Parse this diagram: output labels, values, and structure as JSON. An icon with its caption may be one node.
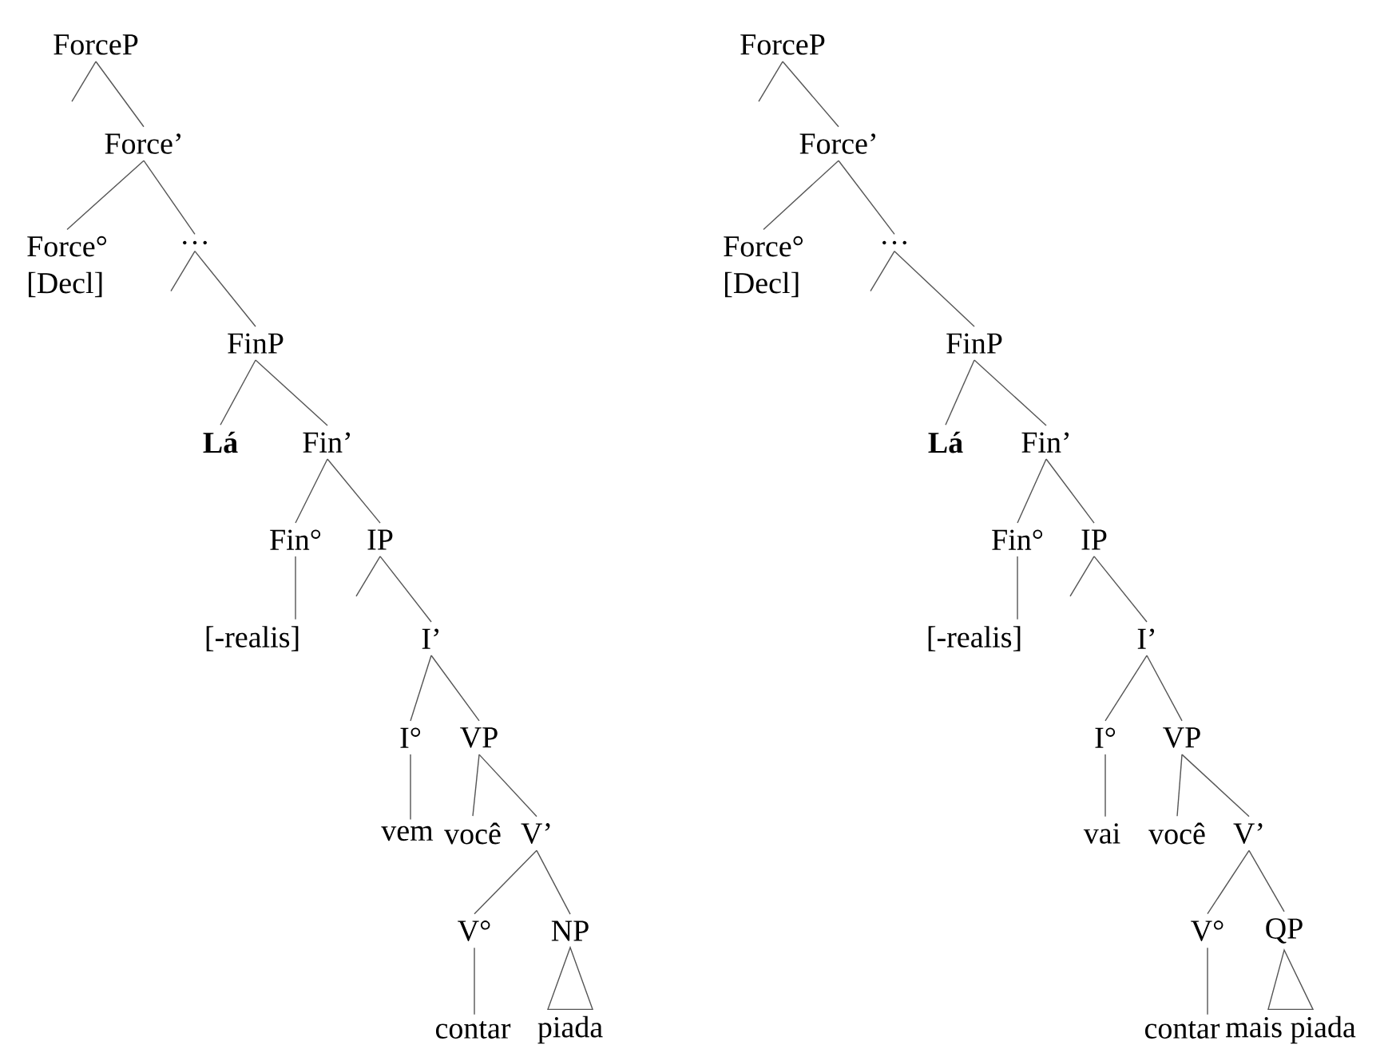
{
  "diagram": {
    "nodes": [
      {
        "text": [
          "ForceP"
        ]
      },
      {
        "text": [
          "Force’"
        ]
      },
      {
        "text": [
          "Force°",
          "[Decl]"
        ]
      },
      {
        "text": [
          "…"
        ]
      },
      {
        "text": [
          "FinP"
        ]
      },
      {
        "text": [
          "Lá"
        ]
      },
      {
        "text": [
          "Fin’"
        ]
      },
      {
        "text": [
          "Fin°"
        ]
      },
      {
        "text": [
          "IP"
        ]
      },
      {
        "text": [
          "[-realis]"
        ]
      },
      {
        "text": [
          "I’"
        ]
      },
      {
        "text": [
          "I°"
        ]
      },
      {
        "text": [
          "VP"
        ]
      },
      {
        "text": [
          "vem"
        ]
      },
      {
        "text": [
          "você"
        ]
      },
      {
        "text": [
          "V’"
        ]
      },
      {
        "text": [
          "V°"
        ]
      },
      {
        "text": [
          "NP"
        ]
      },
      {
        "text": [
          "contar"
        ]
      },
      {
        "text": [
          "piada"
        ]
      },
      {
        "text": [
          "ForceP"
        ]
      },
      {
        "text": [
          "Force’"
        ]
      },
      {
        "text": [
          "Force°",
          "[Decl]"
        ]
      },
      {
        "text": [
          "…"
        ]
      },
      {
        "text": [
          "FinP"
        ]
      },
      {
        "text": [
          "Lá"
        ]
      },
      {
        "text": [
          "Fin’"
        ]
      },
      {
        "text": [
          "Fin°"
        ]
      },
      {
        "text": [
          "IP"
        ]
      },
      {
        "text": [
          "[-realis]"
        ]
      },
      {
        "text": [
          "I’"
        ]
      },
      {
        "text": [
          "I°"
        ]
      },
      {
        "text": [
          "VP"
        ]
      },
      {
        "text": [
          "vai"
        ]
      },
      {
        "text": [
          "você"
        ]
      },
      {
        "text": [
          "V’"
        ]
      },
      {
        "text": [
          "V°"
        ]
      },
      {
        "text": [
          "QP"
        ]
      },
      {
        "text": [
          "contar"
        ]
      },
      {
        "text": [
          "mais piada"
        ]
      }
    ],
    "edges": [
      {
        "from": 0,
        "to": null,
        "arrow": "none"
      },
      {
        "from": 0,
        "to": 1,
        "arrow": "none"
      },
      {
        "from": 1,
        "to": 2,
        "arrow": "none"
      },
      {
        "from": 1,
        "to": 3,
        "arrow": "none"
      },
      {
        "from": 3,
        "to": null,
        "arrow": "none"
      },
      {
        "from": 3,
        "to": 4,
        "arrow": "none"
      },
      {
        "from": 4,
        "to": 5,
        "arrow": "none"
      },
      {
        "from": 4,
        "to": 6,
        "arrow": "none"
      },
      {
        "from": 6,
        "to": 7,
        "arrow": "none"
      },
      {
        "from": 6,
        "to": 8,
        "arrow": "none"
      },
      {
        "from": 7,
        "to": 9,
        "arrow": "none"
      },
      {
        "from": 8,
        "to": null,
        "arrow": "none"
      },
      {
        "from": 8,
        "to": 10,
        "arrow": "none"
      },
      {
        "from": 10,
        "to": 11,
        "arrow": "none"
      },
      {
        "from": 10,
        "to": 12,
        "arrow": "none"
      },
      {
        "from": 11,
        "to": 13,
        "arrow": "none"
      },
      {
        "from": 12,
        "to": 14,
        "arrow": "none"
      },
      {
        "from": 12,
        "to": 15,
        "arrow": "none"
      },
      {
        "from": 15,
        "to": 16,
        "arrow": "none"
      },
      {
        "from": 15,
        "to": 17,
        "arrow": "none"
      },
      {
        "from": 16,
        "to": 18,
        "arrow": "none"
      },
      {
        "from": 17,
        "to": 19,
        "arrow": "none"
      },
      {
        "from": 20,
        "to": null,
        "arrow": "none"
      },
      {
        "from": 20,
        "to": 21,
        "arrow": "none"
      },
      {
        "from": 21,
        "to": 22,
        "arrow": "none"
      },
      {
        "from": 21,
        "to": 23,
        "arrow": "none"
      },
      {
        "from": 23,
        "to": null,
        "arrow": "none"
      },
      {
        "from": 23,
        "to": 24,
        "arrow": "none"
      },
      {
        "from": 24,
        "to": 25,
        "arrow": "none"
      },
      {
        "from": 24,
        "to": 26,
        "arrow": "none"
      },
      {
        "from": 26,
        "to": 27,
        "arrow": "none"
      },
      {
        "from": 26,
        "to": 28,
        "arrow": "none"
      },
      {
        "from": 27,
        "to": 29,
        "arrow": "none"
      },
      {
        "from": 28,
        "to": null,
        "arrow": "none"
      },
      {
        "from": 28,
        "to": 30,
        "arrow": "none"
      },
      {
        "from": 30,
        "to": 31,
        "arrow": "none"
      },
      {
        "from": 30,
        "to": 32,
        "arrow": "none"
      },
      {
        "from": 31,
        "to": 33,
        "arrow": "none"
      },
      {
        "from": 32,
        "to": 34,
        "arrow": "none"
      },
      {
        "from": 32,
        "to": 35,
        "arrow": "none"
      },
      {
        "from": 35,
        "to": 36,
        "arrow": "none"
      },
      {
        "from": 35,
        "to": 37,
        "arrow": "none"
      },
      {
        "from": 36,
        "to": 38,
        "arrow": "none"
      },
      {
        "from": 37,
        "to": 39,
        "arrow": "none"
      }
    ]
  }
}
